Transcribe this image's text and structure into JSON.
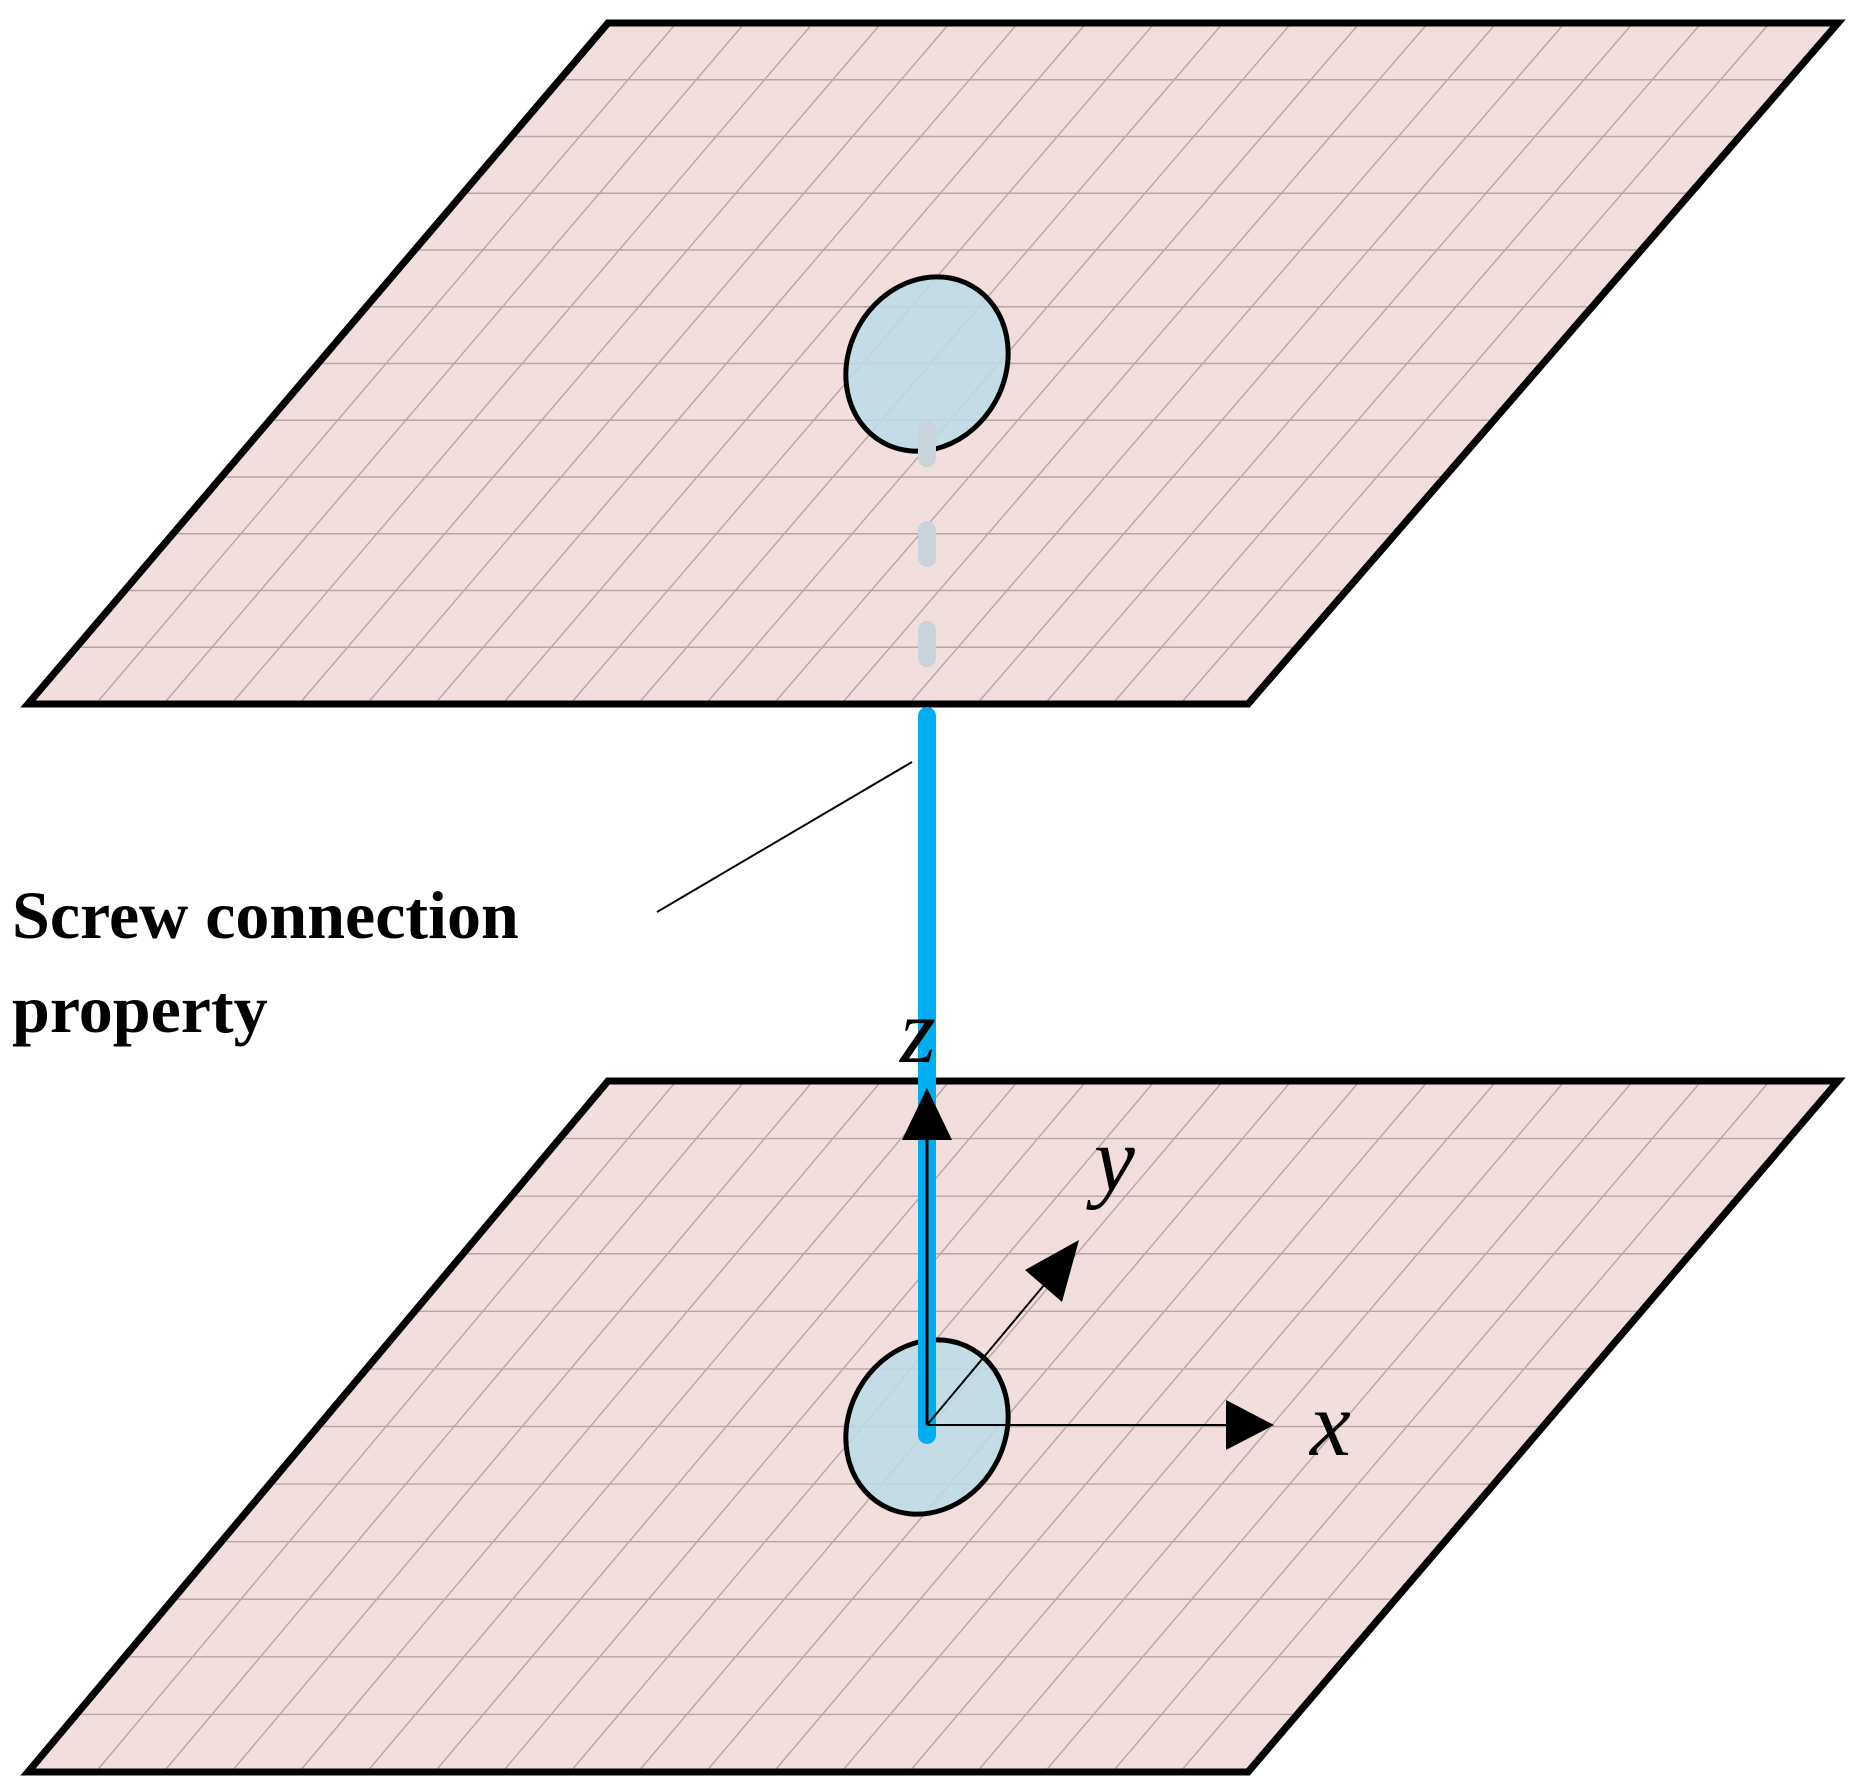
{
  "callout": {
    "line1": "Screw connection",
    "line2": "property"
  },
  "axes": {
    "x": "x",
    "y": "y",
    "z": "z"
  },
  "colors": {
    "plate_fill": "#f2dedd",
    "plate_outline": "#000000",
    "screw": "#00aeef",
    "screw_hidden": "#c9d3dc",
    "hole_fill": "#bcdce6"
  }
}
